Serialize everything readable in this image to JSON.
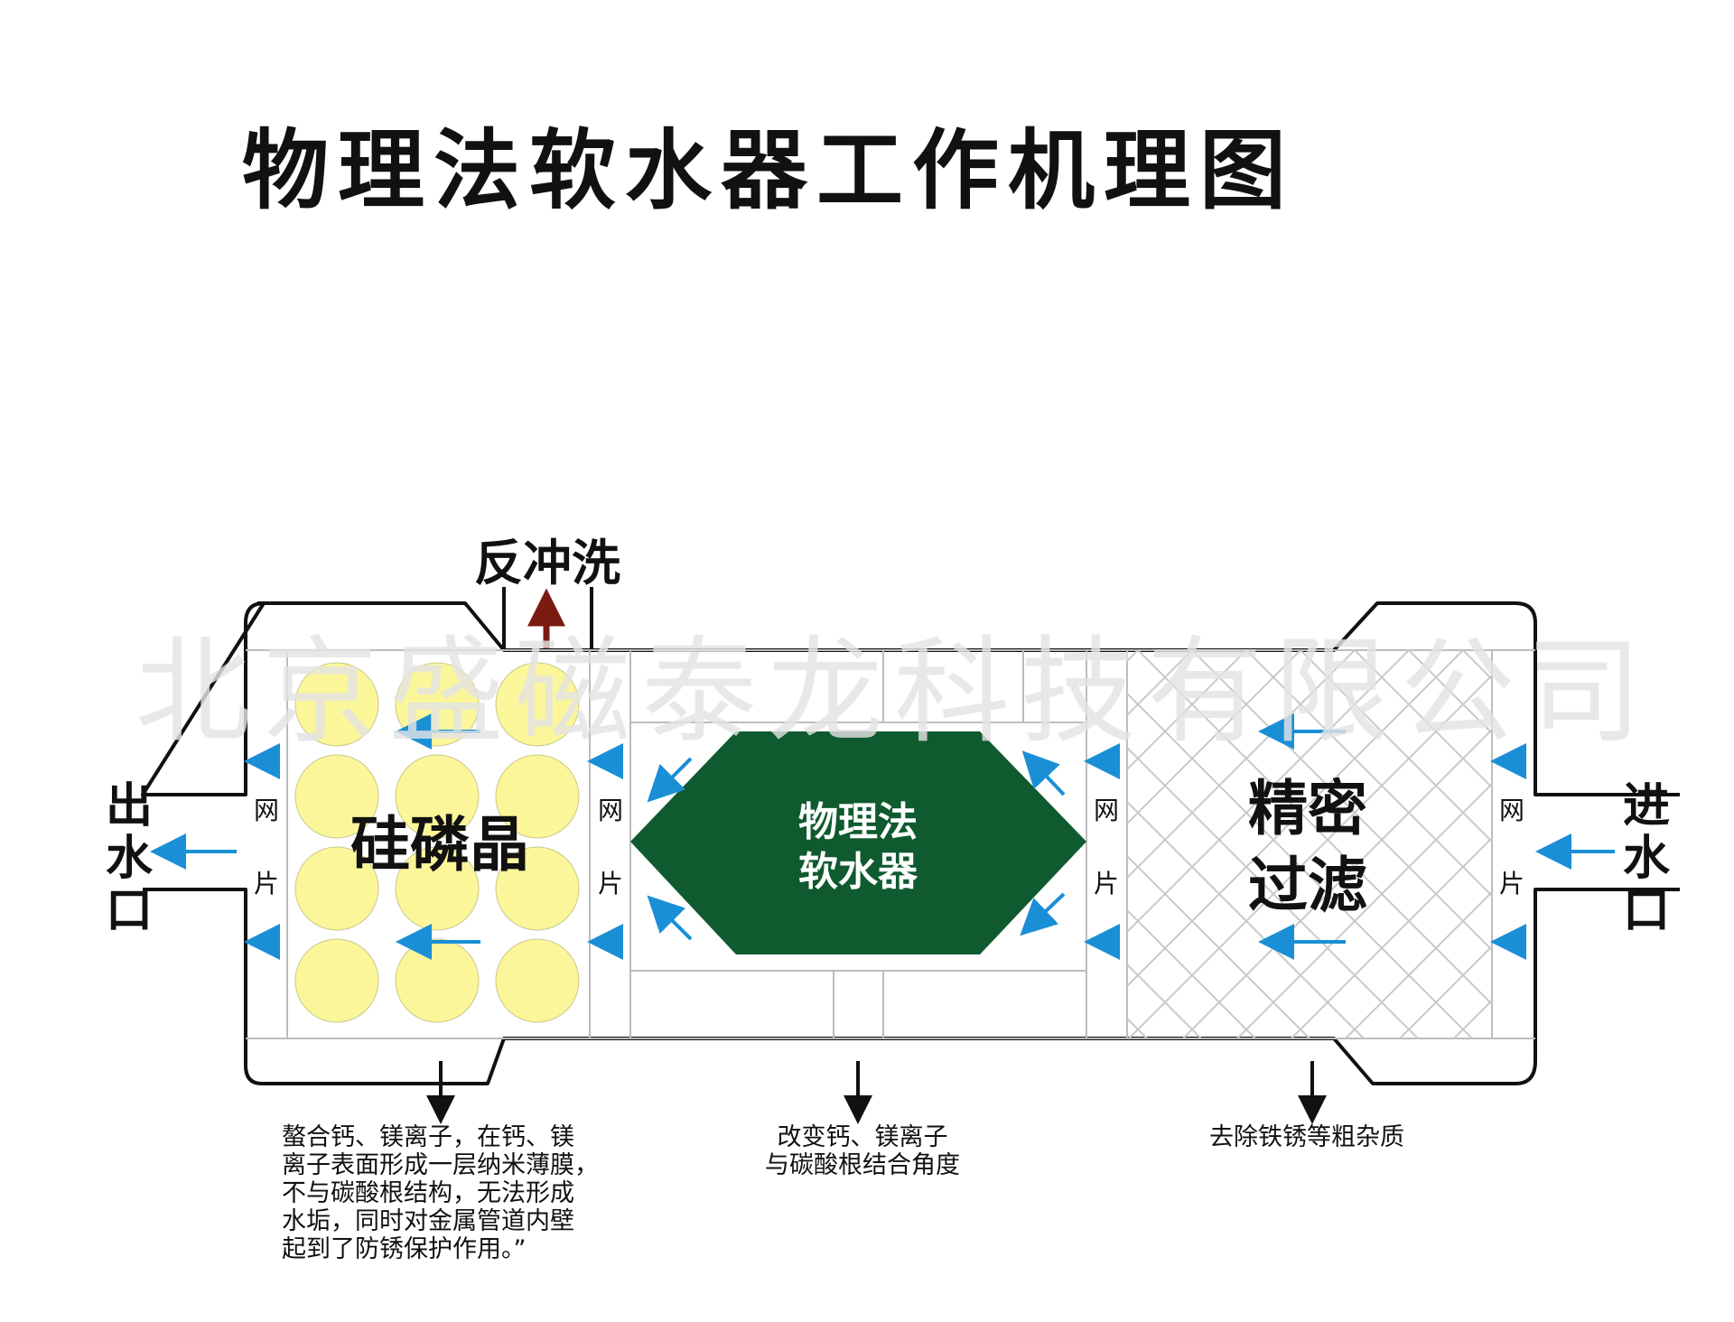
{
  "title": "物理法软水器工作机理图",
  "backwash_label": "反冲洗",
  "outlet_label": [
    "出",
    "水",
    "口"
  ],
  "inlet_label": [
    "进",
    "水",
    "口"
  ],
  "screen_label": [
    "网",
    "片"
  ],
  "silicon_label": "硅磷晶",
  "center_label": [
    "物理法",
    "软水器"
  ],
  "filter_label": [
    "精密",
    "过滤"
  ],
  "notes": {
    "left": [
      "螯合钙、镁离子，在钙、镁",
      "离子表面形成一层纳米薄膜，",
      "不与碳酸根结构，无法形成",
      "水垢，同时对金属管道内壁",
      "起到了防锈保护作用。”"
    ],
    "middle": [
      "改变钙、镁离子",
      "与碳酸根结合角度"
    ],
    "right": [
      "去除铁锈等粗杂质"
    ]
  },
  "watermark": "北京盛磁泰龙科技有限公司",
  "colors": {
    "arrow_blue": "#1a8fd6",
    "arrow_red": "#7a1b12",
    "sphere_yellow": "#fbf69a",
    "hex_green": "#0f5a2f"
  }
}
